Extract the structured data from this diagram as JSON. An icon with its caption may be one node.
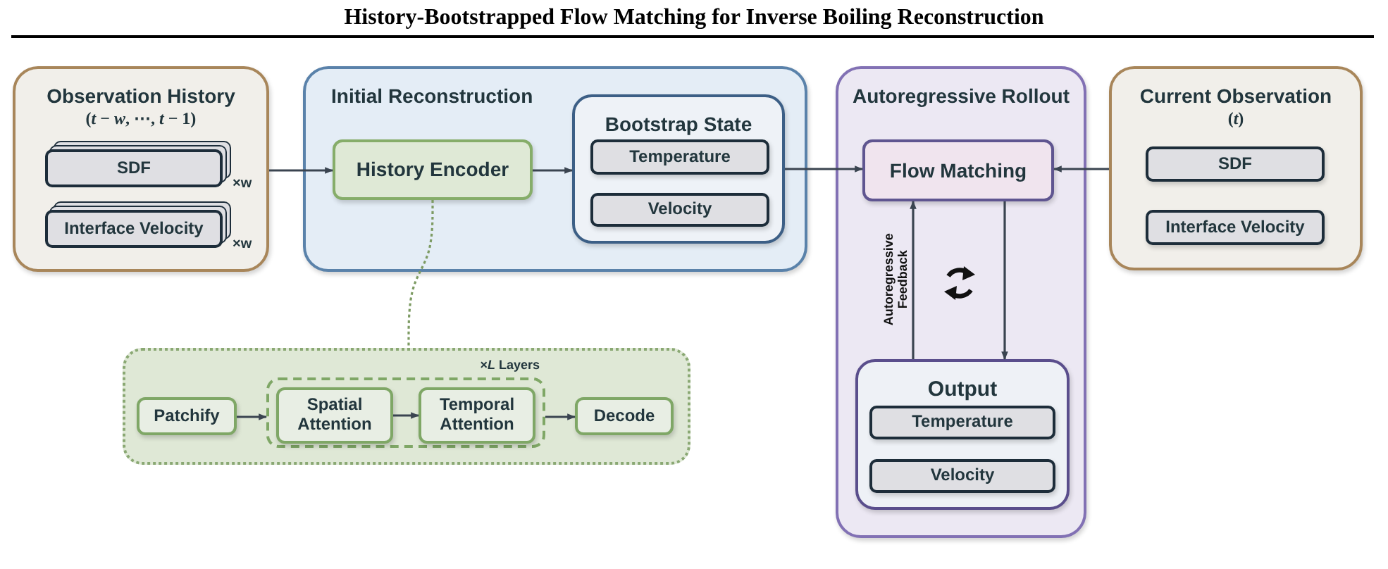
{
  "diagram": {
    "title": "History-Bootstrapped Flow Matching for Inverse Boiling Reconstruction",
    "nodes": [
      {
        "text": [
          "Observation History",
          "(*t* − *w*, ⋯, *t* − 1)"
        ]
      },
      {
        "text": [
          "SDF"
        ],
        "in": 0,
        "beside": [
          "×w"
        ]
      },
      {
        "text": [
          "Interface Velocity"
        ],
        "in": 0,
        "beside": [
          "×w"
        ]
      },
      {
        "text": [
          "Initial Reconstruction"
        ]
      },
      {
        "text": [
          "History Encoder"
        ],
        "in": 3
      },
      {
        "text": [
          "Bootstrap State"
        ],
        "in": 3
      },
      {
        "text": [
          "Temperature"
        ],
        "in": 5
      },
      {
        "text": [
          "Velocity"
        ],
        "in": 5
      },
      {
        "text": [
          "Autoregressive Rollout"
        ]
      },
      {
        "text": [
          "Flow Matching"
        ],
        "in": 8
      },
      {
        "text": [
          "Output"
        ],
        "in": 8
      },
      {
        "text": [
          "Temperature"
        ],
        "in": 10
      },
      {
        "text": [
          "Velocity"
        ],
        "in": 10
      },
      {
        "text": [
          "Current Observation",
          "(*t*)"
        ]
      },
      {
        "text": [
          "SDF"
        ],
        "in": 13
      },
      {
        "text": [
          "Interface Velocity"
        ],
        "in": 13
      },
      {
        "text": [],
        "shape": "box"
      },
      {
        "text": [
          "Patchify"
        ],
        "in": 16
      },
      {
        "text": [
          "×*L* Layers"
        ],
        "in": 16
      },
      {
        "text": [
          "Spatial Attention"
        ],
        "in": 18
      },
      {
        "text": [
          "Temporal Attention"
        ],
        "in": 18
      },
      {
        "text": [
          "Decode"
        ],
        "in": 16
      }
    ],
    "edges": [
      {
        "from": 0,
        "to": 4,
        "arrow": "to"
      },
      {
        "from": 4,
        "to": 5,
        "arrow": "to"
      },
      {
        "from": 5,
        "to": 9,
        "arrow": "to"
      },
      {
        "from": 13,
        "to": 9,
        "arrow": "to"
      },
      {
        "from": 9,
        "to": 10,
        "arrow": "to"
      },
      {
        "from": 10,
        "to": 9,
        "arrow": "to",
        "label": "Autoregressive Feedback"
      },
      {
        "from": 4,
        "to": 16,
        "arrow": "none",
        "style": "dashed",
        "color": "#7d9b63"
      },
      {
        "from": 17,
        "to": 18,
        "arrow": "to"
      },
      {
        "from": 19,
        "to": 20,
        "arrow": "to"
      },
      {
        "from": 18,
        "to": 21,
        "arrow": "to"
      }
    ]
  }
}
